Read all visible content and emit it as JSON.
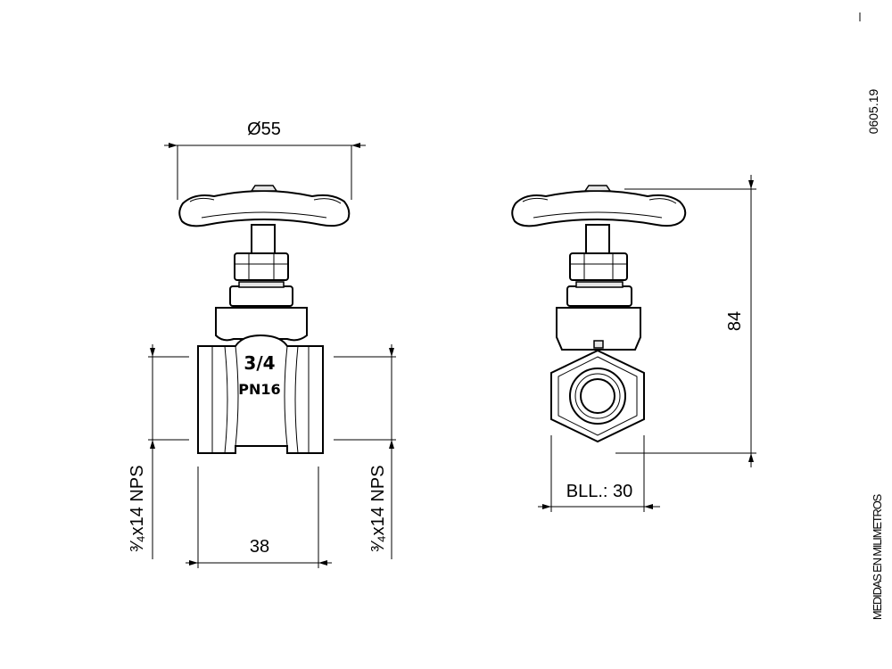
{
  "drawing_code": "0605.19",
  "units_note": "MEDIDAS EN MILIMETROS",
  "front_view": {
    "handwheel_diameter": "Ø55",
    "thread_left": "³⁄₄x14 NPS",
    "thread_right": "³⁄₄x14 NPS",
    "body_length": "38",
    "body_mark_size": "3/4",
    "body_mark_pressure": "PN16"
  },
  "side_view": {
    "height": "84",
    "hex_across_flats": "BLL.: 30"
  }
}
